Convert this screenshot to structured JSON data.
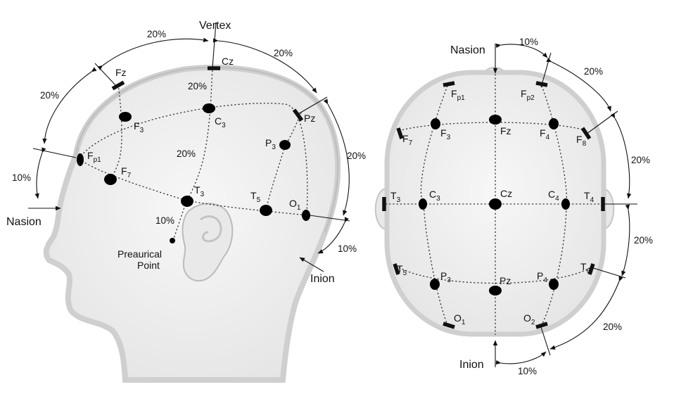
{
  "side_view": {
    "vertex": "Vertex",
    "nasion": "Nasion",
    "inion": "Inion",
    "preauricular": [
      "Preaurical",
      "Point"
    ],
    "electrodes": {
      "Fz": [
        "Fz",
        ""
      ],
      "Cz": [
        "Cz",
        ""
      ],
      "Pz": [
        "Pz",
        ""
      ],
      "F3": [
        "F",
        "3"
      ],
      "C3": [
        "C",
        "3"
      ],
      "P3": [
        "P",
        "3"
      ],
      "Fp1": [
        "F",
        "p1"
      ],
      "F7": [
        "F",
        "7"
      ],
      "T3": [
        "T",
        "3"
      ],
      "T5": [
        "T",
        "5"
      ],
      "O1": [
        "O",
        "1"
      ]
    },
    "percentages": [
      "20%",
      "20%",
      "20%",
      "20%",
      "20%",
      "20%",
      "10%",
      "10%",
      "10%"
    ]
  },
  "top_view": {
    "nasion": "Nasion",
    "inion": "Inion",
    "electrodes": {
      "Fp1": [
        "F",
        "p1"
      ],
      "Fp2": [
        "F",
        "p2"
      ],
      "F7": [
        "F",
        "7"
      ],
      "F3": [
        "F",
        "3"
      ],
      "Fz": [
        "Fz",
        ""
      ],
      "F4": [
        "F",
        "4"
      ],
      "F8": [
        "F",
        "8"
      ],
      "T3": [
        "T",
        "3"
      ],
      "C3": [
        "C",
        "3"
      ],
      "Cz": [
        "Cz",
        ""
      ],
      "C4": [
        "C",
        "4"
      ],
      "T4": [
        "T",
        "4"
      ],
      "T5": [
        "T",
        "5"
      ],
      "P3": [
        "P",
        "3"
      ],
      "Pz": [
        "Pz",
        ""
      ],
      "P4": [
        "P",
        "4"
      ],
      "T6": [
        "T",
        "6"
      ],
      "O1": [
        "O",
        "1"
      ],
      "O2": [
        "O",
        "2"
      ]
    },
    "percentages": [
      "10%",
      "20%",
      "20%",
      "20%",
      "20%",
      "10%"
    ]
  }
}
